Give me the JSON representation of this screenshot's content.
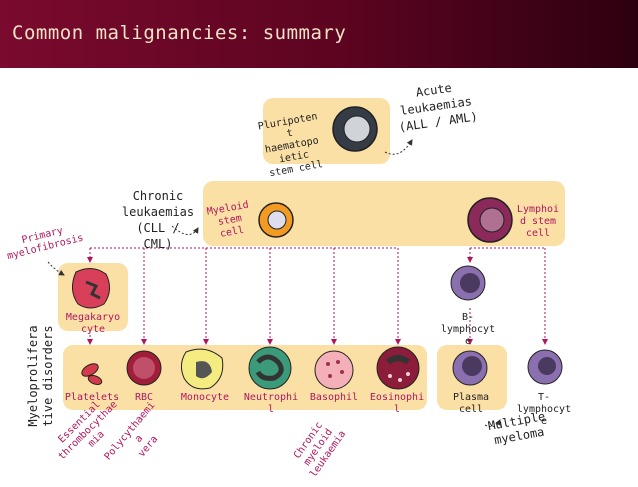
{
  "title": "Common malignancies: summary",
  "nodes": {
    "pluripotent": "Pluripoten\nt\nhaematopo\nietic\nstem cell",
    "myeloid": "Myeloid\nstem\ncell",
    "lymphoid": "Lymphoi\nd stem\ncell",
    "megakaryocyte": "Megakaryo\ncyte",
    "platelets": "Platelets",
    "rbc": "RBC",
    "monocyte": "Monocyte",
    "neutrophil": "Neutrophi\nl",
    "basophil": "Basophil",
    "eosinophil": "Eosinophi\nl",
    "b_lymphocyte": "B-\nlymphocyt\ne",
    "plasma_cell": "Plasma\ncell",
    "t_lymphocyte": "T-\nlymphocyt\ne"
  },
  "diseases": {
    "acute": "Acute\nleukaemias\n(ALL / AML)",
    "chronic": "Chronic\nleukaemias\n(CLL /\nCML)",
    "primary_myelofibrosis": "Primary\nmyelofibrosis",
    "mpd": "Myeloprolifera\ntive disorders",
    "essential_thrombocythaemia": "Essential\nthrombocythae\nmia",
    "polycythaemia_vera": "Polycythaemi\na\nvera",
    "cml": "Chronic\nmyeloid\nleukaemia",
    "multiple_myeloma": "Multiple\nmyeloma"
  },
  "colors": {
    "header": "#6a0626",
    "header_text": "#f3e3c6",
    "panel": "#fbe0a6",
    "magenta": "#b0165e",
    "orange": "#f39a22",
    "purple": "#8b4a96",
    "dark_cell": "#353c46"
  },
  "icons": [
    "stem-cell-icon",
    "myeloid-cell-icon",
    "lymphoid-cell-icon",
    "megakaryocyte-icon",
    "platelets-icon",
    "rbc-icon",
    "monocyte-icon",
    "neutrophil-icon",
    "basophil-icon",
    "eosinophil-icon",
    "b-lymphocyte-icon",
    "plasma-cell-icon",
    "t-lymphocyte-icon"
  ]
}
